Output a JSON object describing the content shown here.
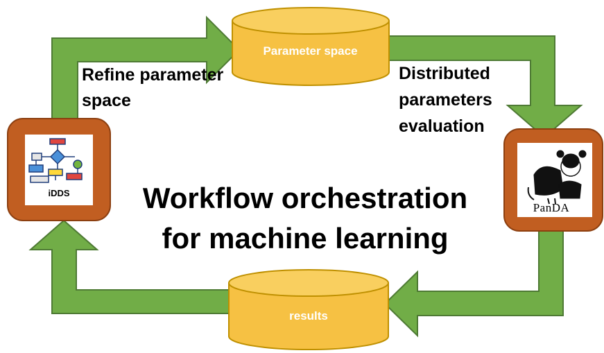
{
  "diagram": {
    "title_line1": "Workflow orchestration",
    "title_line2": "for machine learning",
    "label_refine_line1": "Refine parameter",
    "label_refine_line2": "space",
    "label_distributed_line1": "Distributed",
    "label_distributed_line2": "parameters",
    "label_distributed_line3": "evaluation",
    "cylinder_top": "Parameter space",
    "cylinder_bottom": "results",
    "node_left_label": "iDDS",
    "node_right_label": "PanDA"
  },
  "colors": {
    "arrow_fill": "#71ad47",
    "arrow_stroke": "#4e7a34",
    "cylinder_fill": "#f6c143",
    "cylinder_stroke": "#bf9000",
    "node_fill": "#c15e21",
    "node_stroke": "#8c3f10"
  }
}
